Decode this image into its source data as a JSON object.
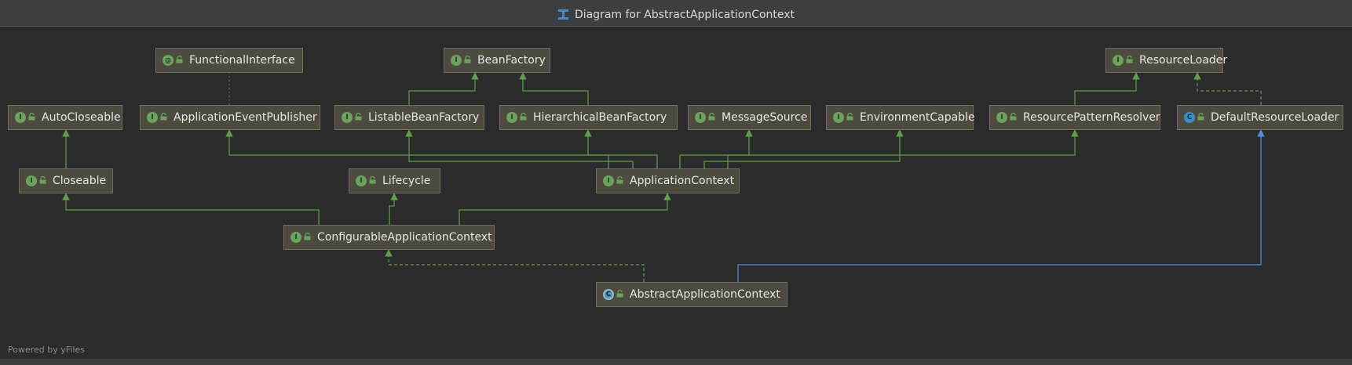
{
  "window": {
    "title": "Diagram for AbstractApplicationContext"
  },
  "footer": {
    "powered_by": "Powered by yFiles"
  },
  "colors": {
    "background": "#2b2b2b",
    "node_fill": "#4d4b40",
    "extends_edge": "#5e9e4c",
    "implements_class_edge": "#5b8be0",
    "dashed_edge": "#5e9e4c"
  },
  "nodes": [
    {
      "id": "FunctionalInterface",
      "label": "FunctionalInterface",
      "kind": "annotation"
    },
    {
      "id": "BeanFactory",
      "label": "BeanFactory",
      "kind": "interface"
    },
    {
      "id": "ResourceLoader",
      "label": "ResourceLoader",
      "kind": "interface"
    },
    {
      "id": "AutoCloseable",
      "label": "AutoCloseable",
      "kind": "interface"
    },
    {
      "id": "ApplicationEventPublisher",
      "label": "ApplicationEventPublisher",
      "kind": "interface"
    },
    {
      "id": "ListableBeanFactory",
      "label": "ListableBeanFactory",
      "kind": "interface"
    },
    {
      "id": "HierarchicalBeanFactory",
      "label": "HierarchicalBeanFactory",
      "kind": "interface"
    },
    {
      "id": "MessageSource",
      "label": "MessageSource",
      "kind": "interface"
    },
    {
      "id": "EnvironmentCapable",
      "label": "EnvironmentCapable",
      "kind": "interface"
    },
    {
      "id": "ResourcePatternResolver",
      "label": "ResourcePatternResolver",
      "kind": "interface"
    },
    {
      "id": "DefaultResourceLoader",
      "label": "DefaultResourceLoader",
      "kind": "class"
    },
    {
      "id": "Closeable",
      "label": "Closeable",
      "kind": "interface"
    },
    {
      "id": "Lifecycle",
      "label": "Lifecycle",
      "kind": "interface"
    },
    {
      "id": "ApplicationContext",
      "label": "ApplicationContext",
      "kind": "interface"
    },
    {
      "id": "ConfigurableApplicationContext",
      "label": "ConfigurableApplicationContext",
      "kind": "interface"
    },
    {
      "id": "AbstractApplicationContext",
      "label": "AbstractApplicationContext",
      "kind": "abstract-class"
    }
  ],
  "edges": [
    {
      "from": "Closeable",
      "to": "AutoCloseable",
      "type": "extends"
    },
    {
      "from": "ListableBeanFactory",
      "to": "BeanFactory",
      "type": "extends"
    },
    {
      "from": "HierarchicalBeanFactory",
      "to": "BeanFactory",
      "type": "extends"
    },
    {
      "from": "ResourcePatternResolver",
      "to": "ResourceLoader",
      "type": "extends"
    },
    {
      "from": "DefaultResourceLoader",
      "to": "ResourceLoader",
      "type": "implements"
    },
    {
      "from": "ApplicationEventPublisher",
      "to": "FunctionalInterface",
      "type": "annotated"
    },
    {
      "from": "ApplicationContext",
      "to": "ApplicationEventPublisher",
      "type": "extends"
    },
    {
      "from": "ApplicationContext",
      "to": "ListableBeanFactory",
      "type": "extends"
    },
    {
      "from": "ApplicationContext",
      "to": "HierarchicalBeanFactory",
      "type": "extends"
    },
    {
      "from": "ApplicationContext",
      "to": "MessageSource",
      "type": "extends"
    },
    {
      "from": "ApplicationContext",
      "to": "EnvironmentCapable",
      "type": "extends"
    },
    {
      "from": "ApplicationContext",
      "to": "ResourcePatternResolver",
      "type": "extends"
    },
    {
      "from": "ConfigurableApplicationContext",
      "to": "Closeable",
      "type": "extends"
    },
    {
      "from": "ConfigurableApplicationContext",
      "to": "Lifecycle",
      "type": "extends"
    },
    {
      "from": "ConfigurableApplicationContext",
      "to": "ApplicationContext",
      "type": "extends"
    },
    {
      "from": "AbstractApplicationContext",
      "to": "ConfigurableApplicationContext",
      "type": "implements"
    },
    {
      "from": "AbstractApplicationContext",
      "to": "DefaultResourceLoader",
      "type": "extends-class"
    }
  ]
}
